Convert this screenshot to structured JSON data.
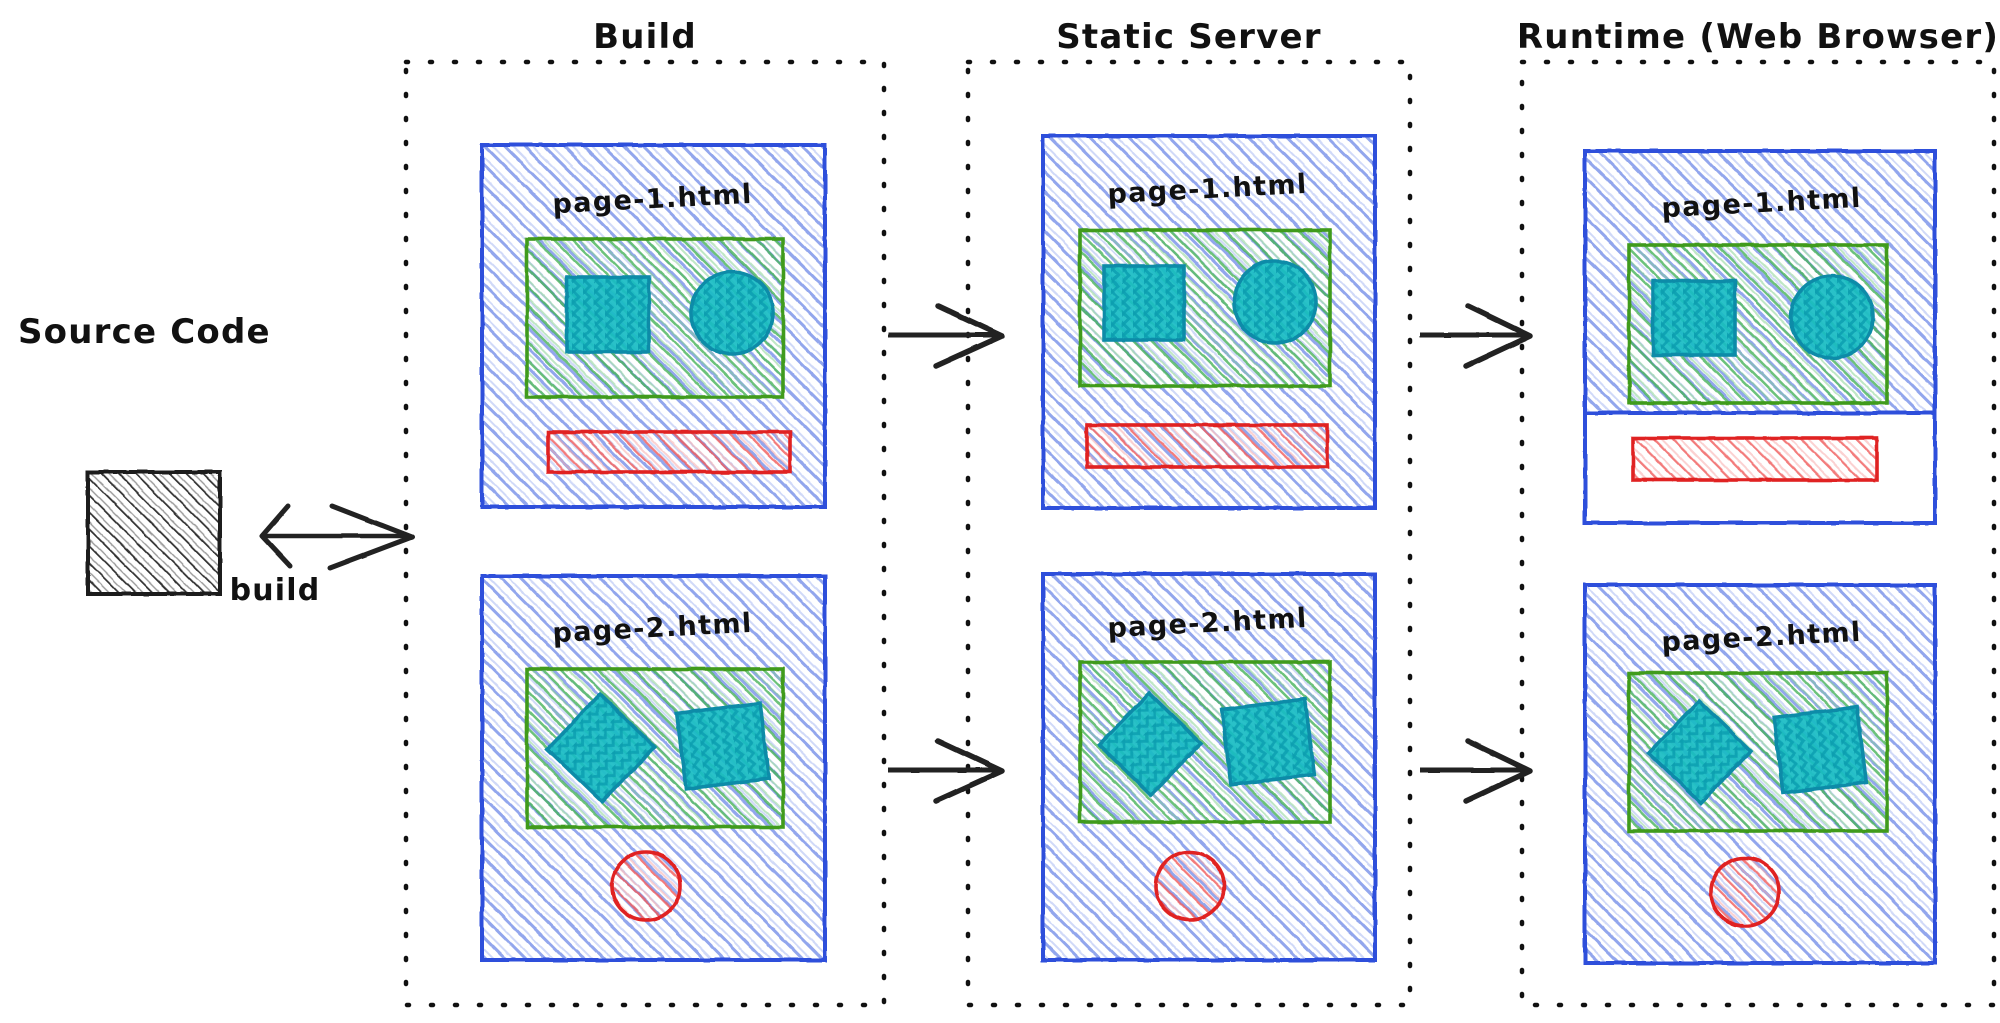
{
  "diagram": {
    "title_source": "Source Code",
    "build_edge_label": "build",
    "columns": [
      {
        "id": "build",
        "label": "Build"
      },
      {
        "id": "server",
        "label": "Static Server"
      },
      {
        "id": "runtime",
        "label": "Runtime (Web Browser)"
      }
    ],
    "pages": [
      {
        "id": "page1",
        "label": "page-1.html"
      },
      {
        "id": "page2",
        "label": "page-2.html"
      }
    ],
    "cards": [
      {
        "column": "build",
        "page_label": "page-1.html"
      },
      {
        "column": "build",
        "page_label": "page-2.html"
      },
      {
        "column": "server",
        "page_label": "page-1.html"
      },
      {
        "column": "server",
        "page_label": "page-2.html"
      },
      {
        "column": "runtime",
        "page_label": "page-1.html"
      },
      {
        "column": "runtime",
        "page_label": "page-2.html"
      }
    ],
    "arrows": [
      {
        "id": "build-arrow",
        "label": "build",
        "direction": "bidirectional"
      },
      {
        "id": "b2s-page1",
        "label": "",
        "direction": "right"
      },
      {
        "id": "b2s-page2",
        "label": "",
        "direction": "right"
      },
      {
        "id": "s2r-page1",
        "label": "",
        "direction": "right"
      },
      {
        "id": "s2r-page2",
        "label": "",
        "direction": "right"
      }
    ],
    "colors": {
      "ink": "#111111",
      "card_border": "#2f4fdb",
      "card_fill": "#6d86e8",
      "content_border": "#3f9b1f",
      "content_fill": "#49b35a",
      "shape_border": "#0d8ba8",
      "shape_fill": "#17bcc4",
      "footer_border": "#e02020",
      "footer_fill": "#f05a5a",
      "source_ink": "#1a1a1a",
      "dotted_group": "#111111"
    },
    "page1_shapes": [
      {
        "type": "square",
        "name": "content-square"
      },
      {
        "type": "circle",
        "name": "content-circle"
      },
      {
        "type": "bar",
        "name": "footer-bar"
      }
    ],
    "page2_shapes": [
      {
        "type": "diamond",
        "name": "content-diamond"
      },
      {
        "type": "square",
        "name": "content-square"
      },
      {
        "type": "circle",
        "name": "footer-circle"
      }
    ]
  }
}
